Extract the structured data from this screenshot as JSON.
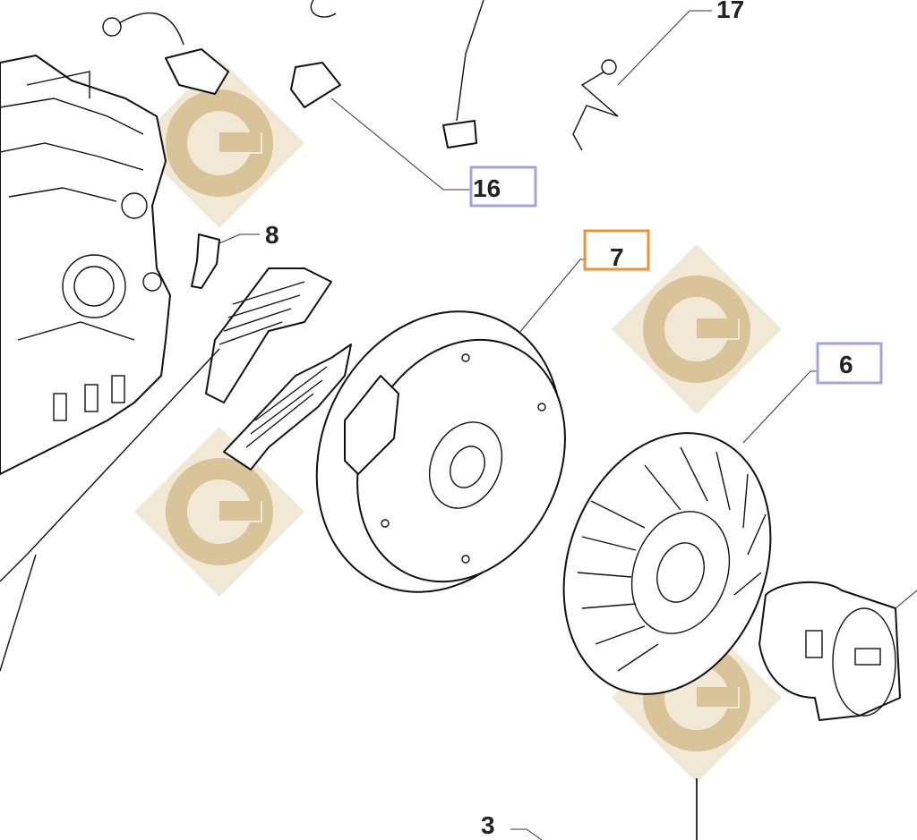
{
  "diagram": {
    "callouts": [
      {
        "id": "17",
        "label": "17",
        "boxed": false,
        "box_color": ""
      },
      {
        "id": "16",
        "label": "16",
        "boxed": true,
        "box_color": "#a3a3e0"
      },
      {
        "id": "8",
        "label": "8",
        "boxed": false,
        "box_color": ""
      },
      {
        "id": "7",
        "label": "7",
        "boxed": true,
        "box_color": "#f0922e"
      },
      {
        "id": "6",
        "label": "6",
        "boxed": true,
        "box_color": "#a3a3e0"
      },
      {
        "id": "3",
        "label": "3",
        "boxed": false,
        "box_color": ""
      }
    ],
    "parts": [
      {
        "id": "engine-block",
        "icon": "engine-block"
      },
      {
        "id": "spark-plug-wire",
        "icon": "wire-connector"
      },
      {
        "id": "ignition-coil-left",
        "icon": "ignition-coil"
      },
      {
        "id": "ignition-coil-right",
        "icon": "ignition-coil"
      },
      {
        "id": "flywheel",
        "icon": "flywheel"
      },
      {
        "id": "fan",
        "icon": "cooling-fan"
      },
      {
        "id": "starter-cup",
        "icon": "starter-cup"
      }
    ],
    "watermark": {
      "icon": "g-logo-watermark",
      "color": "#d9c49a"
    }
  }
}
